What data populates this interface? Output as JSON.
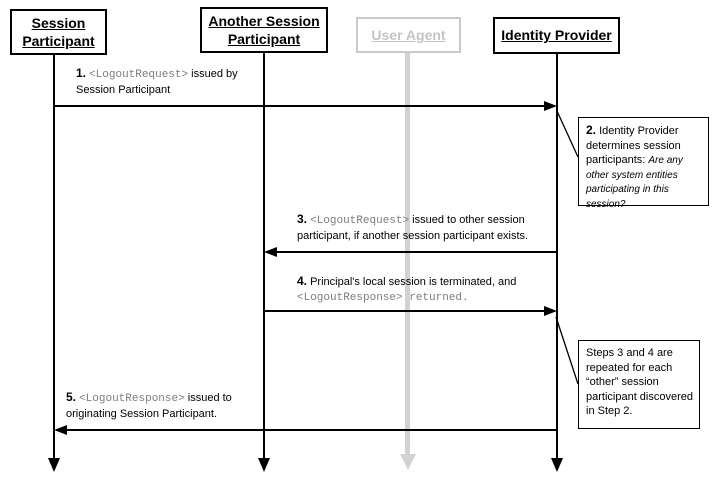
{
  "colors": {
    "line": "#000000",
    "inactive_gray": "#d2d2d2",
    "mono_text": "#7d7d7d"
  },
  "participants": [
    {
      "label": "Session Participant",
      "state": "active"
    },
    {
      "label": "Another Session Participant",
      "state": "active"
    },
    {
      "label": "User Agent",
      "state": "inactive"
    },
    {
      "label": "Identity Provider",
      "state": "active"
    }
  ],
  "messages": {
    "m1": {
      "num": "1.",
      "mono": "<LogoutRequest>",
      "rest": "issued by",
      "line2": "Session Participant"
    },
    "m3": {
      "num": "3.",
      "mono": "<LogoutRequest>",
      "rest": "issued to other session",
      "line2": "participant, if another session participant exists."
    },
    "m4": {
      "num": "4.",
      "rest": "Principal's local session is terminated, and",
      "line2mono": "<LogoutResponse> returned."
    },
    "m5": {
      "num": "5.",
      "mono": "<LogoutResponse>",
      "rest": "issued to",
      "line2": "originating Session Participant."
    }
  },
  "notes": {
    "n2": {
      "num": "2.",
      "text": "Identity Provider determines session participants:",
      "question": "Are any other system entities participating in this session?"
    },
    "n34": {
      "text": "Steps 3 and 4 are repeated for each “other” session participant discovered in Step 2."
    }
  }
}
